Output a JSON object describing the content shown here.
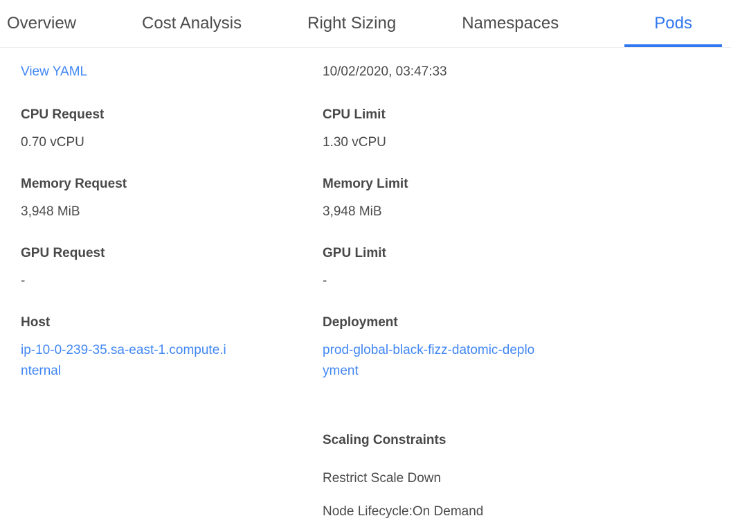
{
  "tabs": [
    {
      "label": "Overview",
      "active": false
    },
    {
      "label": "Cost Analysis",
      "active": false
    },
    {
      "label": "Right Sizing",
      "active": false
    },
    {
      "label": "Namespaces",
      "active": false
    },
    {
      "label": "Pods",
      "active": true
    }
  ],
  "panel": {
    "view_yaml_label": "View YAML",
    "timestamp": "10/02/2020, 03:47:33",
    "left_fields": [
      {
        "label": "CPU Request",
        "value": "0.70 vCPU"
      },
      {
        "label": "Memory Request",
        "value": "3,948 MiB"
      },
      {
        "label": "GPU Request",
        "value": "-"
      }
    ],
    "right_fields": [
      {
        "label": "CPU Limit",
        "value": "1.30 vCPU"
      },
      {
        "label": "Memory Limit",
        "value": "3,948 MiB"
      },
      {
        "label": "GPU Limit",
        "value": "-"
      }
    ],
    "host": {
      "label": "Host",
      "value": "ip-10-0-239-35.sa-east-1.compute.internal"
    },
    "deployment": {
      "label": "Deployment",
      "value": "prod-global-black-fizz-datomic-deployment"
    },
    "scaling_constraints": {
      "label": "Scaling Constraints",
      "items": [
        "Restrict Scale Down",
        "Node Lifecycle:On Demand"
      ]
    }
  },
  "colors": {
    "accent_blue": "#3178f0",
    "link_blue": "#4187f4",
    "tab_text": "#4b4b4b",
    "body_text": "#4a4a4a",
    "divider": "#ececec"
  }
}
